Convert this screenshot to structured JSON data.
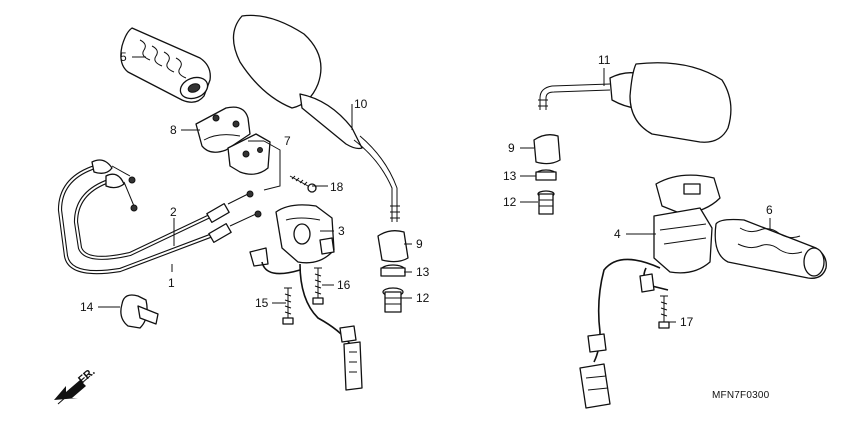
{
  "diagram": {
    "code": "MFN7F0300",
    "direction": "FR."
  },
  "callouts": [
    {
      "id": "c5",
      "text": "5"
    },
    {
      "id": "c8",
      "text": "8"
    },
    {
      "id": "c7",
      "text": "7"
    },
    {
      "id": "c10",
      "text": "10"
    },
    {
      "id": "c18",
      "text": "18"
    },
    {
      "id": "c2",
      "text": "2"
    },
    {
      "id": "c1",
      "text": "1"
    },
    {
      "id": "c3",
      "text": "3"
    },
    {
      "id": "c16",
      "text": "16"
    },
    {
      "id": "c15",
      "text": "15"
    },
    {
      "id": "c14",
      "text": "14"
    },
    {
      "id": "c9a",
      "text": "9"
    },
    {
      "id": "c13a",
      "text": "13"
    },
    {
      "id": "c12a",
      "text": "12"
    },
    {
      "id": "c11",
      "text": "11"
    },
    {
      "id": "c9b",
      "text": "9"
    },
    {
      "id": "c13b",
      "text": "13"
    },
    {
      "id": "c12b",
      "text": "12"
    },
    {
      "id": "c4",
      "text": "4"
    },
    {
      "id": "c6",
      "text": "6"
    },
    {
      "id": "c17",
      "text": "17"
    }
  ]
}
